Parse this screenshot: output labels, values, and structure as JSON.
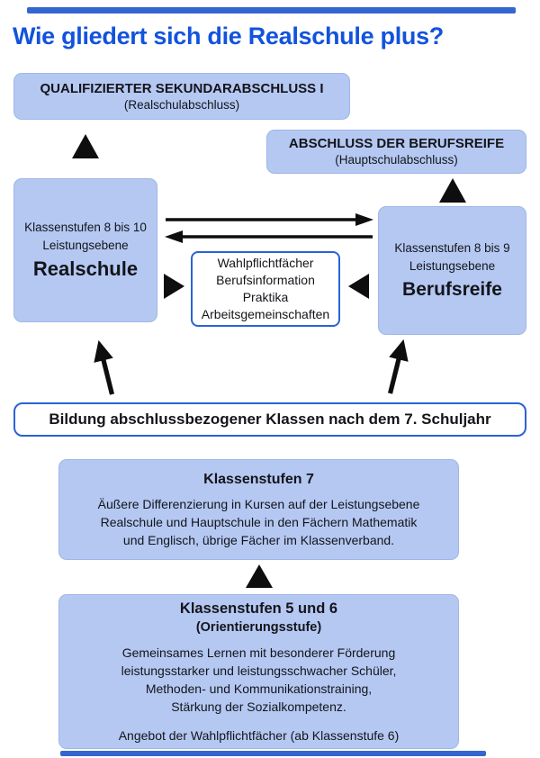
{
  "title": "Wie gliedert sich die Realschule plus?",
  "colors": {
    "accent_blue": "#1253dd",
    "bar_blue": "#3566cf",
    "box_blue": "#b4c8f2",
    "box_border_blue": "#9fb6e8",
    "outline_blue": "#2a63d4",
    "arrow_black": "#0e0e0e",
    "text_dark": "#14141a"
  },
  "icons": {
    "arrow_up": "solid black triangle pointing up",
    "triangle_right": "solid black triangle pointing right",
    "triangle_left": "solid black triangle pointing left",
    "exchange_arrows": "two horizontal black arrows (right above, left below)",
    "diagonal_arrow_up_left": "black arrow slanted up-left",
    "diagonal_arrow_up_right": "black arrow slanted up-right"
  },
  "boxes": {
    "sek1": {
      "line1": "QUALIFIZIERTER SEKUNDARABSCHLUSS I",
      "line2": "(Realschulabschluss)"
    },
    "berufsreife_abschluss": {
      "line1": "ABSCHLUSS DER BERUFSREIFE",
      "line2": "(Hauptschulabschluss)"
    },
    "realschule": {
      "line1": "Klassenstufen 8 bis 10",
      "line2": "Leistungsebene",
      "line3": "Realschule"
    },
    "berufsreife": {
      "line1": "Klassenstufen 8 bis 9",
      "line2": "Leistungsebene",
      "line3": "Berufsreife"
    },
    "wahlpflicht": {
      "line1": "Wahlpflichtfächer",
      "line2": "Berufsinformation",
      "line3": "Praktika",
      "line4": "Arbeitsgemeinschaften"
    },
    "bildung": {
      "text": "Bildung abschlussbezogener Klassen nach dem 7. Schuljahr"
    },
    "stufe7": {
      "title": "Klassenstufen 7",
      "line1": "Äußere Differenzierung in Kursen auf der Leistungsebene",
      "line2": "Realschule und Hauptschule in den Fächern Mathematik",
      "line3": "und Englisch, übrige Fächer im Klassenverband."
    },
    "stufe56": {
      "title": "Klassenstufen 5 und 6",
      "subtitle": "(Orientierungsstufe)",
      "line1": "Gemeinsames Lernen mit besonderer Förderung",
      "line2": "leistungsstarker und leistungsschwacher Schüler,",
      "line3": "Methoden- und Kommunikationstraining,",
      "line4": "Stärkung der Sozialkompetenz.",
      "footer": "Angebot der Wahlpflichtfächer (ab Klassenstufe 6)"
    }
  }
}
